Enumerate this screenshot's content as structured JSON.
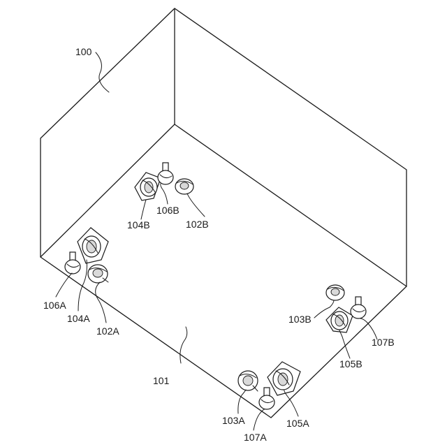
{
  "labels": {
    "box": "100",
    "floor": "101",
    "cup_102a": "102A",
    "cup_102b": "102B",
    "cup_103a": "103A",
    "cup_103b": "103B",
    "plate_104a": "104A",
    "plate_104b": "104B",
    "plate_105a": "105A",
    "plate_105b": "105B",
    "pin_106a": "106A",
    "pin_106b": "106B",
    "pin_107a": "107A",
    "pin_107b": "107B"
  }
}
